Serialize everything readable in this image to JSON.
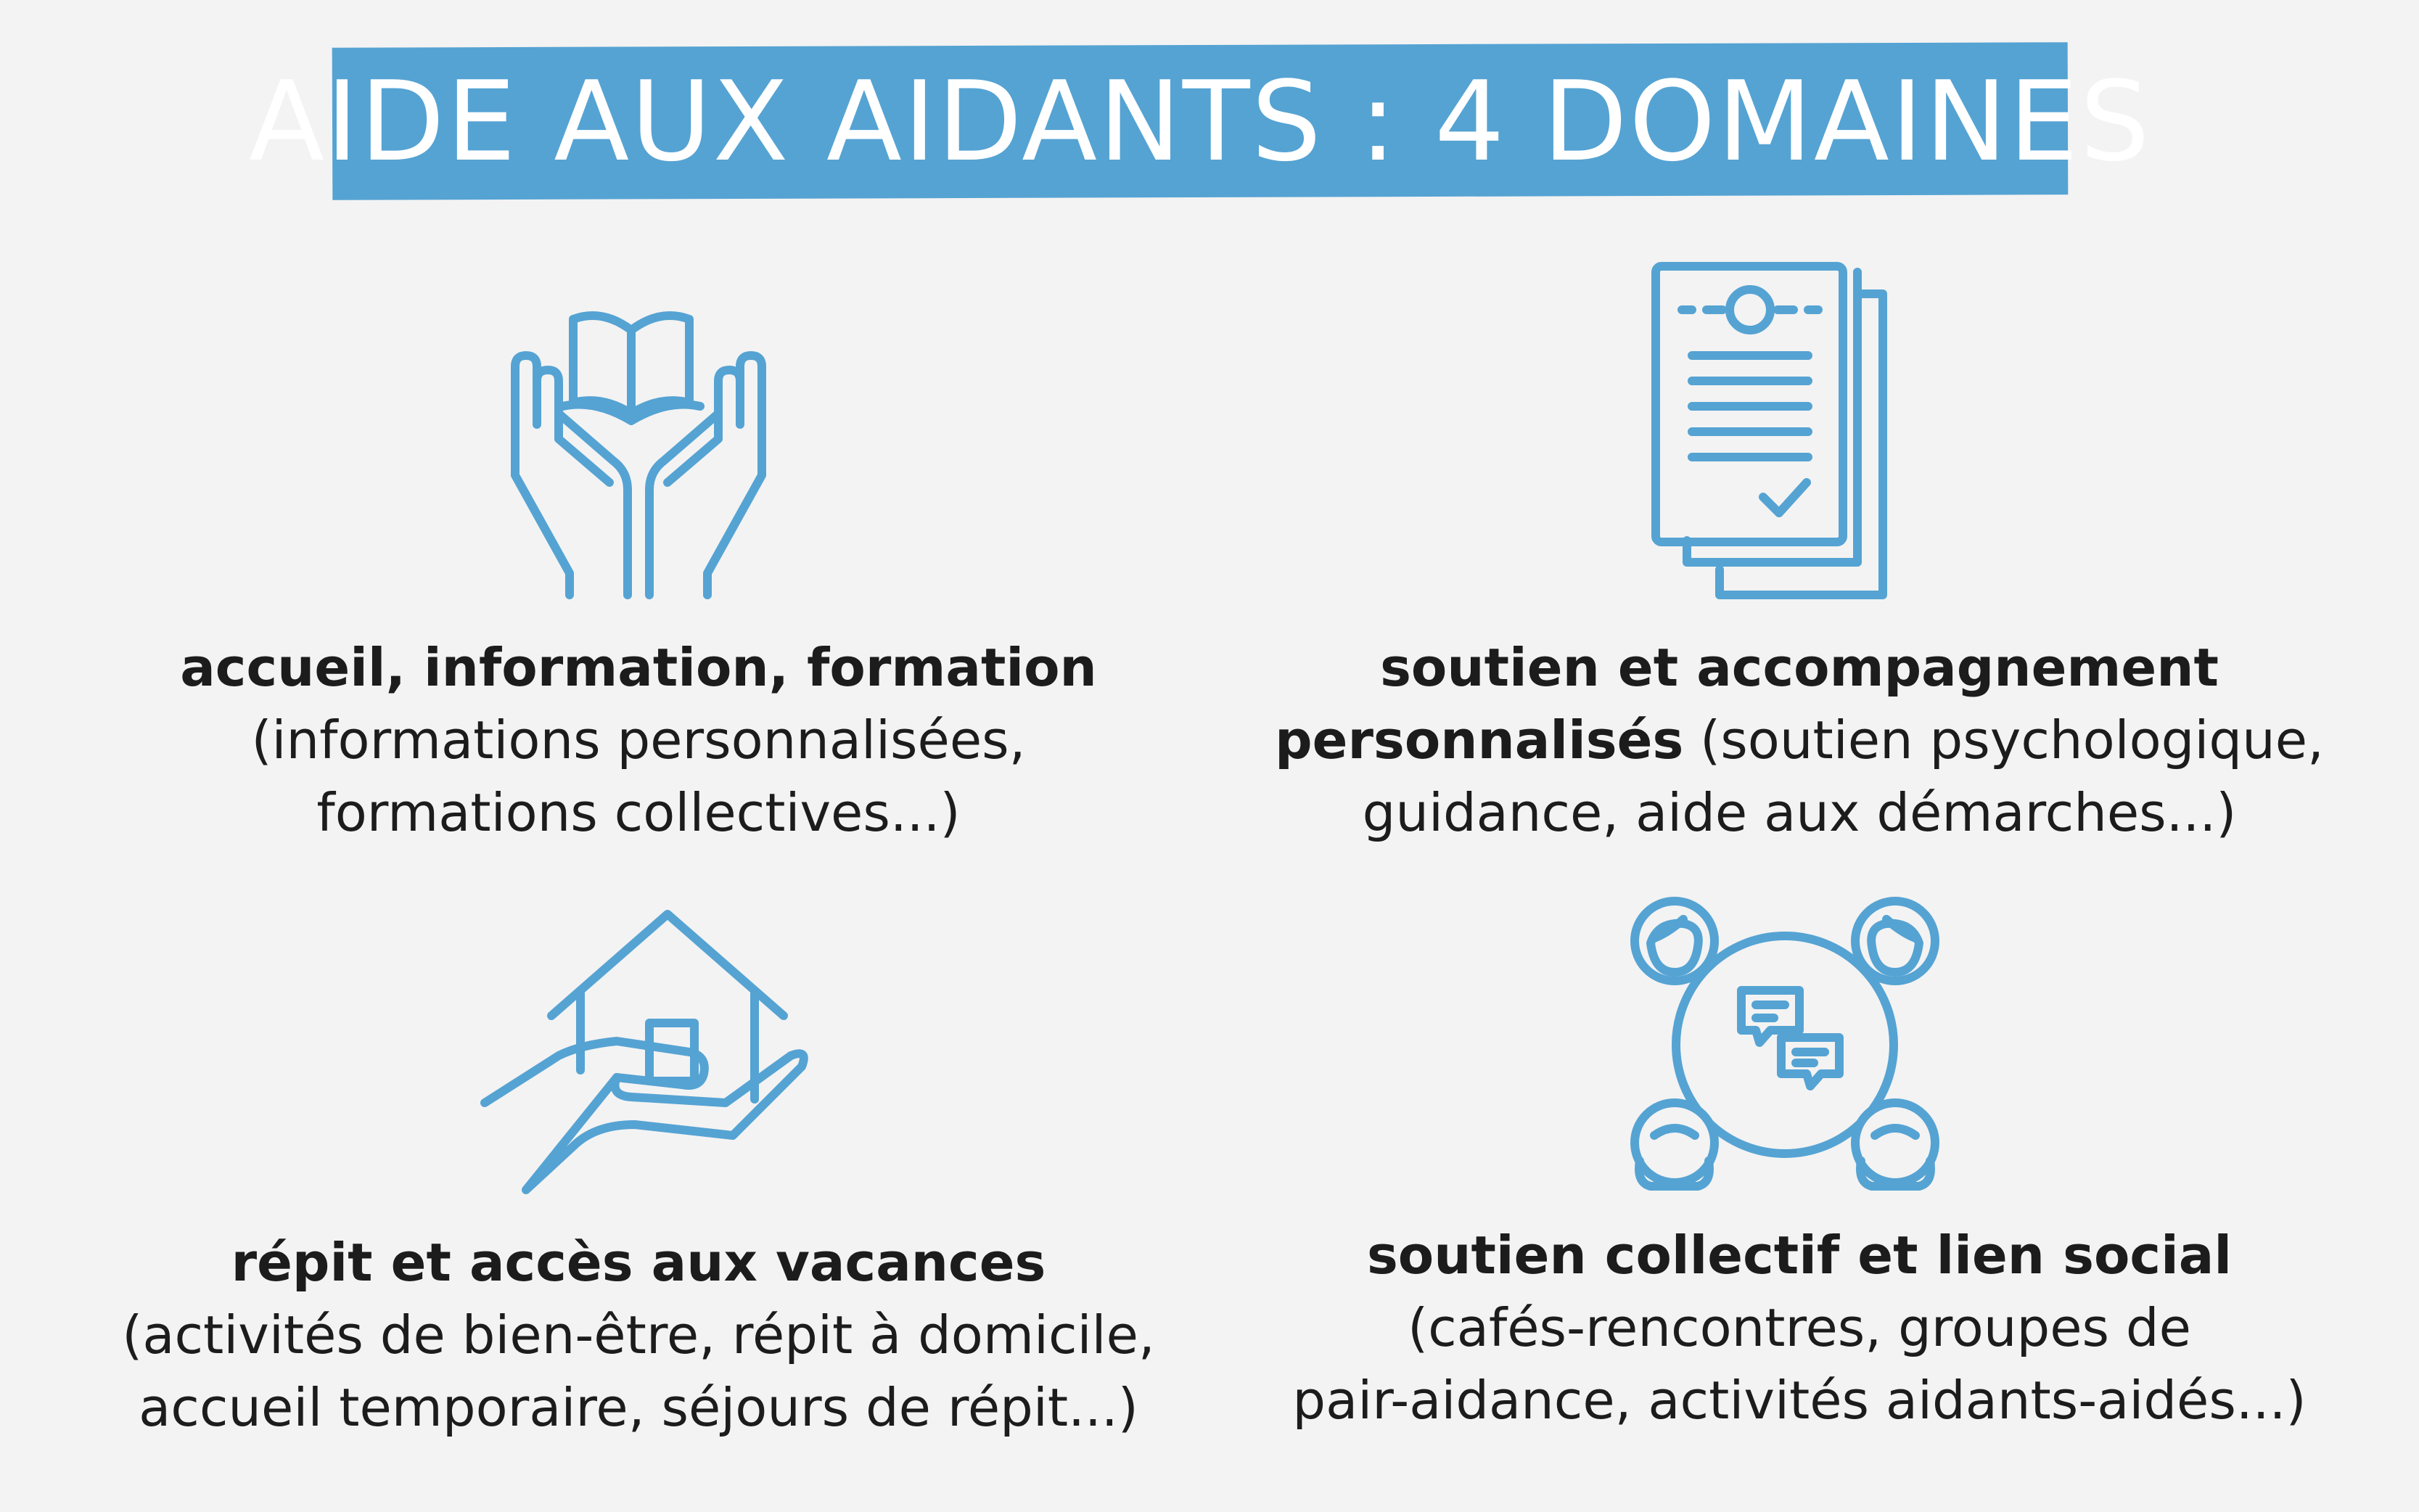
{
  "title": "AIDE AUX AIDANTS : 4 DOMAINES",
  "colors": {
    "accent": "#55a3d3",
    "background": "#f3f3f3",
    "text": "#1c1c1c"
  },
  "domains": [
    {
      "icon": "hands-book-icon",
      "heading": "accueil, information, formation",
      "line2": "(informations personnalisées,",
      "line3": "formations collectives...)"
    },
    {
      "icon": "documents-checklist-icon",
      "heading": "soutien et accompagnement",
      "heading2": "personnalisés",
      "line2_rest": " (soutien psychologique,",
      "line3": "guidance, aide aux démarches...)"
    },
    {
      "icon": "hand-house-icon",
      "heading": "répit et accès aux vacances",
      "line2": "(activités de bien-être, répit à domicile,",
      "line3": "accueil temporaire, séjours de répit...)"
    },
    {
      "icon": "group-chat-icon",
      "heading": "soutien collectif et lien social",
      "line2": "(cafés-rencontres, groupes de",
      "line3": "pair-aidance, activités aidants-aidés...)"
    }
  ]
}
